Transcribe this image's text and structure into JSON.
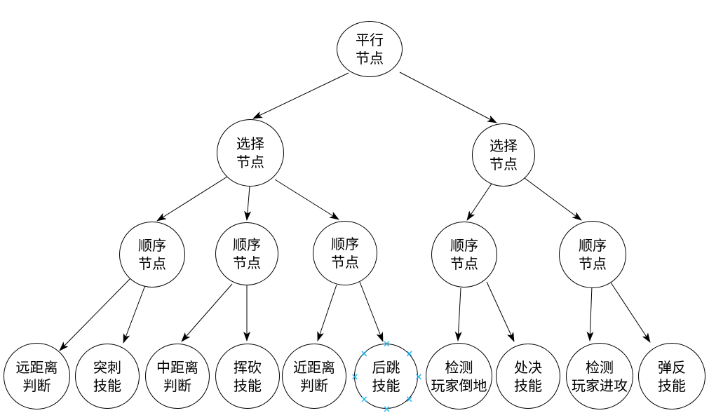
{
  "diagram": {
    "type": "behavior-tree",
    "stroke_color": "#000000",
    "node_fill": "#ffffff",
    "text_color": "#000000",
    "selection_handle_color": "#29b5f0",
    "selection_handle_glyph": "×",
    "selected_node": "leaf_back_jump_skill",
    "nodes": {
      "root_parallel": {
        "label": "平行\n节点"
      },
      "selector_left": {
        "label": "选择\n节点"
      },
      "selector_right": {
        "label": "选择\n节点"
      },
      "sequence_1": {
        "label": "顺序\n节点"
      },
      "sequence_2": {
        "label": "顺序\n节点"
      },
      "sequence_3": {
        "label": "顺序\n节点"
      },
      "sequence_4": {
        "label": "顺序\n节点"
      },
      "sequence_5": {
        "label": "顺序\n节点"
      },
      "leaf_far_distance_check": {
        "label": "远距离\n判断"
      },
      "leaf_thrust_skill": {
        "label": "突刺\n技能"
      },
      "leaf_mid_distance_check": {
        "label": "中距离\n判断"
      },
      "leaf_slash_skill": {
        "label": "挥砍\n技能"
      },
      "leaf_near_distance_check": {
        "label": "近距离\n判断"
      },
      "leaf_back_jump_skill": {
        "label": "后跳\n技能"
      },
      "leaf_detect_player_down": {
        "label": "检测\n玩家倒地"
      },
      "leaf_execute_skill": {
        "label": "处决\n技能"
      },
      "leaf_detect_player_attack": {
        "label": "检测\n玩家进攻"
      },
      "leaf_parry_skill": {
        "label": "弹反\n技能"
      }
    },
    "edges": [
      {
        "from": "root_parallel",
        "to": "selector_left"
      },
      {
        "from": "root_parallel",
        "to": "selector_right"
      },
      {
        "from": "selector_left",
        "to": "sequence_1"
      },
      {
        "from": "selector_left",
        "to": "sequence_2"
      },
      {
        "from": "selector_left",
        "to": "sequence_3"
      },
      {
        "from": "selector_right",
        "to": "sequence_4"
      },
      {
        "from": "selector_right",
        "to": "sequence_5"
      },
      {
        "from": "sequence_1",
        "to": "leaf_far_distance_check"
      },
      {
        "from": "sequence_1",
        "to": "leaf_thrust_skill"
      },
      {
        "from": "sequence_2",
        "to": "leaf_mid_distance_check"
      },
      {
        "from": "sequence_2",
        "to": "leaf_slash_skill"
      },
      {
        "from": "sequence_3",
        "to": "leaf_near_distance_check"
      },
      {
        "from": "sequence_3",
        "to": "leaf_back_jump_skill"
      },
      {
        "from": "sequence_4",
        "to": "leaf_detect_player_down"
      },
      {
        "from": "sequence_4",
        "to": "leaf_execute_skill"
      },
      {
        "from": "sequence_5",
        "to": "leaf_detect_player_attack"
      },
      {
        "from": "sequence_5",
        "to": "leaf_parry_skill"
      }
    ]
  }
}
